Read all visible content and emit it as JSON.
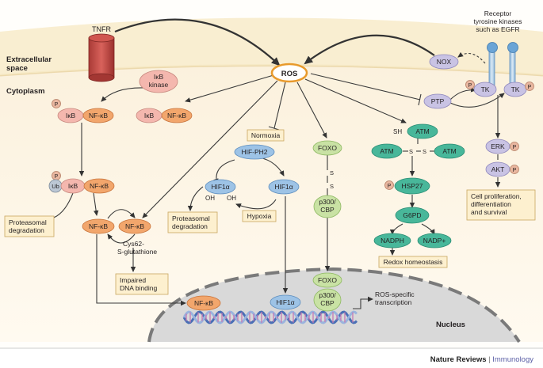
{
  "compartments": {
    "extracellular": "Extracellular space",
    "cytoplasm": "Cytoplasm",
    "nucleus": "Nucleus"
  },
  "nodes": {
    "tnfr": "TNFR",
    "ikb_kinase": "IκB kinase",
    "ros": "ROS",
    "nox": "NOX",
    "rtk_label": "Receptor tyrosine kinases such as EGFR",
    "tk": "TK",
    "p": "P",
    "ptp": "PTP",
    "ikb": "IκB",
    "nfkb": "NF-κB",
    "ub": "Ub",
    "proteasomal_degradation": "Proteasomal degradation",
    "cys62": "Cys62-S-glutathione",
    "impaired_dna": "Impaired DNA binding",
    "normoxia": "Normoxia",
    "hif_phd2": "HIF-PH2",
    "hif1a": "HIF1α",
    "oh": "OH",
    "hypoxia": "Hypoxia",
    "foxo": "FOXO",
    "s": "S",
    "p300": "p300/ CBP",
    "sh": "SH",
    "atm": "ATM",
    "hsp27": "HSP27",
    "g6pd": "G6PD",
    "nadph": "NADPH",
    "nadp": "NADP+",
    "redox": "Redox homeostasis",
    "erk": "ERK",
    "akt": "AKT",
    "cell_prolif": "Cell proliferation, differentiation and survival",
    "ros_specific": "ROS-specific transcription"
  },
  "footer": {
    "journal": "Nature Reviews",
    "separator": "|",
    "section": "Immunology"
  }
}
